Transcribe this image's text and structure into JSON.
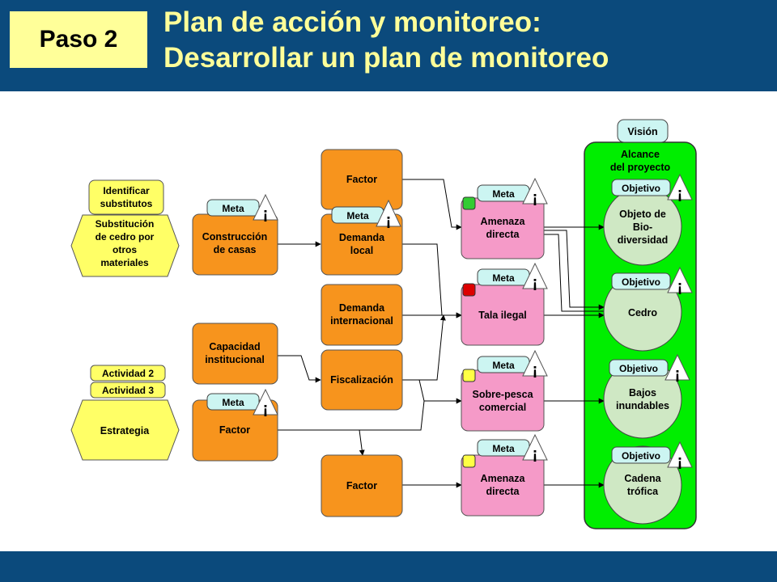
{
  "header": {
    "step": "Paso 2",
    "title_line1": "Plan de acción y monitoreo:",
    "title_line2": "Desarrollar un plan de monitoreo"
  },
  "colors": {
    "header_bg": "#0b4a7c",
    "title_text": "#ffff99",
    "factor_orange": "#f7941d",
    "threat_pink": "#f59ac8",
    "scope_green": "#00ee00",
    "target_lightgreen": "#cfe8c4",
    "activity_yellow": "#ffff66",
    "meta_tab": "#ccf5f2",
    "status_green": "#33cc33",
    "status_red": "#dd0000",
    "status_yellow": "#ffff44"
  },
  "diagram": {
    "vision": "Visión",
    "scope": [
      "Alcance",
      "del proyecto"
    ],
    "meta_label": "Meta",
    "objective_label": "Objetivo",
    "indicator_glyph": "¡",
    "activities": {
      "identificar": [
        "Identificar",
        "substitutos"
      ],
      "actividad2": "Actividad 2",
      "actividad3": "Actividad 3"
    },
    "strategies": {
      "substitucion": [
        "Substitución",
        "de cedro por",
        "otros",
        "materiales"
      ],
      "estrategia": "Estrategia"
    },
    "factors": {
      "construccion": [
        "Construcción",
        "de casas"
      ],
      "capacidad": [
        "Capacidad",
        "institucional"
      ],
      "factor_left": "Factor",
      "factor_top": "Factor",
      "demanda_local": [
        "Demanda",
        "local"
      ],
      "demanda_int": [
        "Demanda",
        "internacional"
      ],
      "fiscalizacion": "Fiscalización",
      "factor_bottom": "Factor"
    },
    "threats": {
      "amenaza1": [
        "Amenaza",
        "directa"
      ],
      "tala": "Tala ilegal",
      "sobrepesca": [
        "Sobre-pesca",
        "comercial"
      ],
      "amenaza2": [
        "Amenaza",
        "directa"
      ]
    },
    "targets": {
      "bio": [
        "Objeto de",
        "Bio-",
        "diversidad"
      ],
      "cedro": "Cedro",
      "bajos": [
        "Bajos",
        "inundables"
      ],
      "cadena": [
        "Cadena",
        "trófica"
      ]
    }
  }
}
